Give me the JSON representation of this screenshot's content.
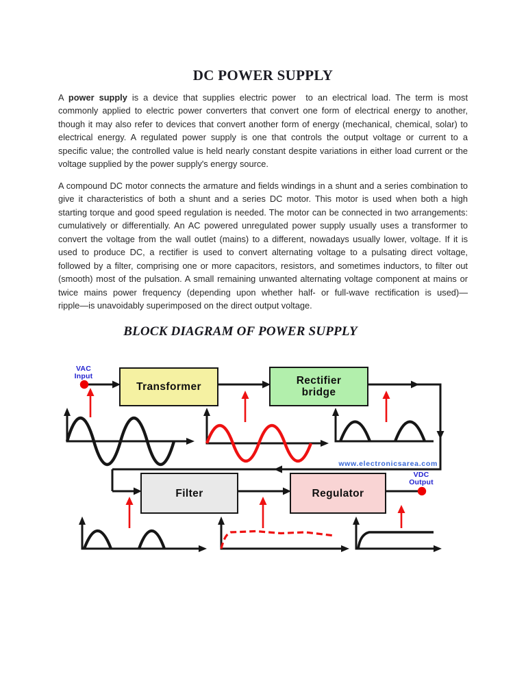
{
  "document": {
    "title": "DC POWER SUPPLY",
    "paragraph1": {
      "line1_prefix": "A ",
      "line1_bold": "power supply",
      "line1_rest": " is a device that supplies electric power  to an electrical load. The term is most",
      "lines": [
        "commonly applied to electric power converters that convert one form of electrical energy to another,",
        "though it may also refer to devices that convert another form of energy (mechanical, chemical, solar) to",
        "electrical energy. A regulated power supply is one that controls the output voltage or current to a",
        "specific value; the controlled value is held nearly constant despite variations in either load current or the",
        "voltage supplied by the power supply's energy source."
      ]
    },
    "paragraph2": {
      "lines": [
        "A compound DC motor connects the armature and fields windings in a shunt and a series combination to",
        "give it characteristics of both a shunt and a series DC motor. This motor is used when both a high",
        "starting torque and good speed regulation is needed. The motor can be connected in two arrangements:",
        "cumulatively or differentially. An AC powered unregulated power supply usually uses a transformer to",
        "convert the voltage from the wall outlet (mains) to a different, nowadays usually lower, voltage. If it is",
        "used to produce DC, a rectifier is used to convert alternating voltage to a pulsating direct voltage,",
        "followed by a filter, comprising one or more capacitors, resistors, and sometimes inductors, to filter out",
        "(smooth) most of the pulsation. A small remaining unwanted alternating voltage component at mains or",
        "twice mains power frequency (depending upon whether half- or full-wave rectification is used)—",
        "ripple—is unavoidably superimposed on the direct output voltage."
      ]
    },
    "diagram_heading": "BLOCK DIAGRAM OF POWER SUPPLY"
  },
  "diagram": {
    "labels": {
      "vac_input": "VAC\nInput",
      "vdc_output": "VDC\nOutput",
      "watermark": "www.electronicsarea.com",
      "transformer": "Transformer",
      "rectifier": "Rectifier\nbridge",
      "filter": "Filter",
      "regulator": "Regulator"
    },
    "colors": {
      "transformer_fill": "#f5f1a2",
      "rectifier_fill": "#b2efac",
      "filter_fill": "#e9e9e9",
      "regulator_fill": "#f9d4d4",
      "signal_red": "#ee1111",
      "terminal_dot_red": "#ee0000",
      "label_blue": "#2222cf",
      "watermark_blue": "#3968d6",
      "line_black": "#161616"
    }
  }
}
